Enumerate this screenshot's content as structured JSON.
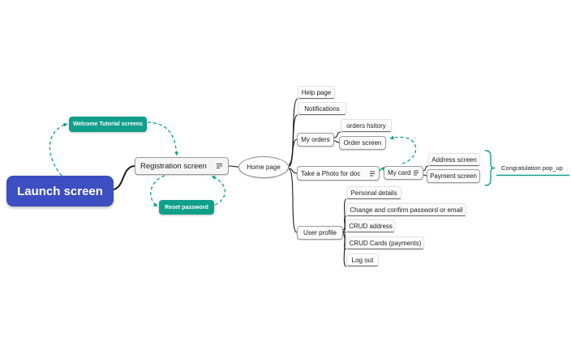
{
  "colors": {
    "accent_teal": "#0f9f8b",
    "launch_blue": "#3c4ec0",
    "connector_dark": "#1c1c1c"
  },
  "nodes": {
    "launch": {
      "label": "Launch screen"
    },
    "welcome": {
      "label": "Welcome Tutorial screens"
    },
    "registration": {
      "label": "Registration screen"
    },
    "reset": {
      "label": "Reset password"
    },
    "home": {
      "label": "Home page"
    },
    "help": {
      "label": "Help page"
    },
    "notifications": {
      "label": "Notifications"
    },
    "my_orders": {
      "label": "My orders"
    },
    "orders_history": {
      "label": "orders hsitory"
    },
    "order_screen": {
      "label": "Order screen"
    },
    "take_photo": {
      "label": "Take a Photo for doc"
    },
    "my_card": {
      "label": "My card"
    },
    "address_screen": {
      "label": "Address screen"
    },
    "payment_screen": {
      "label": "Payment screen"
    },
    "congratulation": {
      "label": "Congratulation pop_up"
    },
    "user_profile": {
      "label": "User profile"
    },
    "personal_details": {
      "label": "Personal details"
    },
    "change_password": {
      "label": "Change and confirm password or email"
    },
    "crud_address": {
      "label": "CRUD address"
    },
    "crud_cards": {
      "label": "CRUD Cards (payments)"
    },
    "log_out": {
      "label": "Log out"
    }
  }
}
